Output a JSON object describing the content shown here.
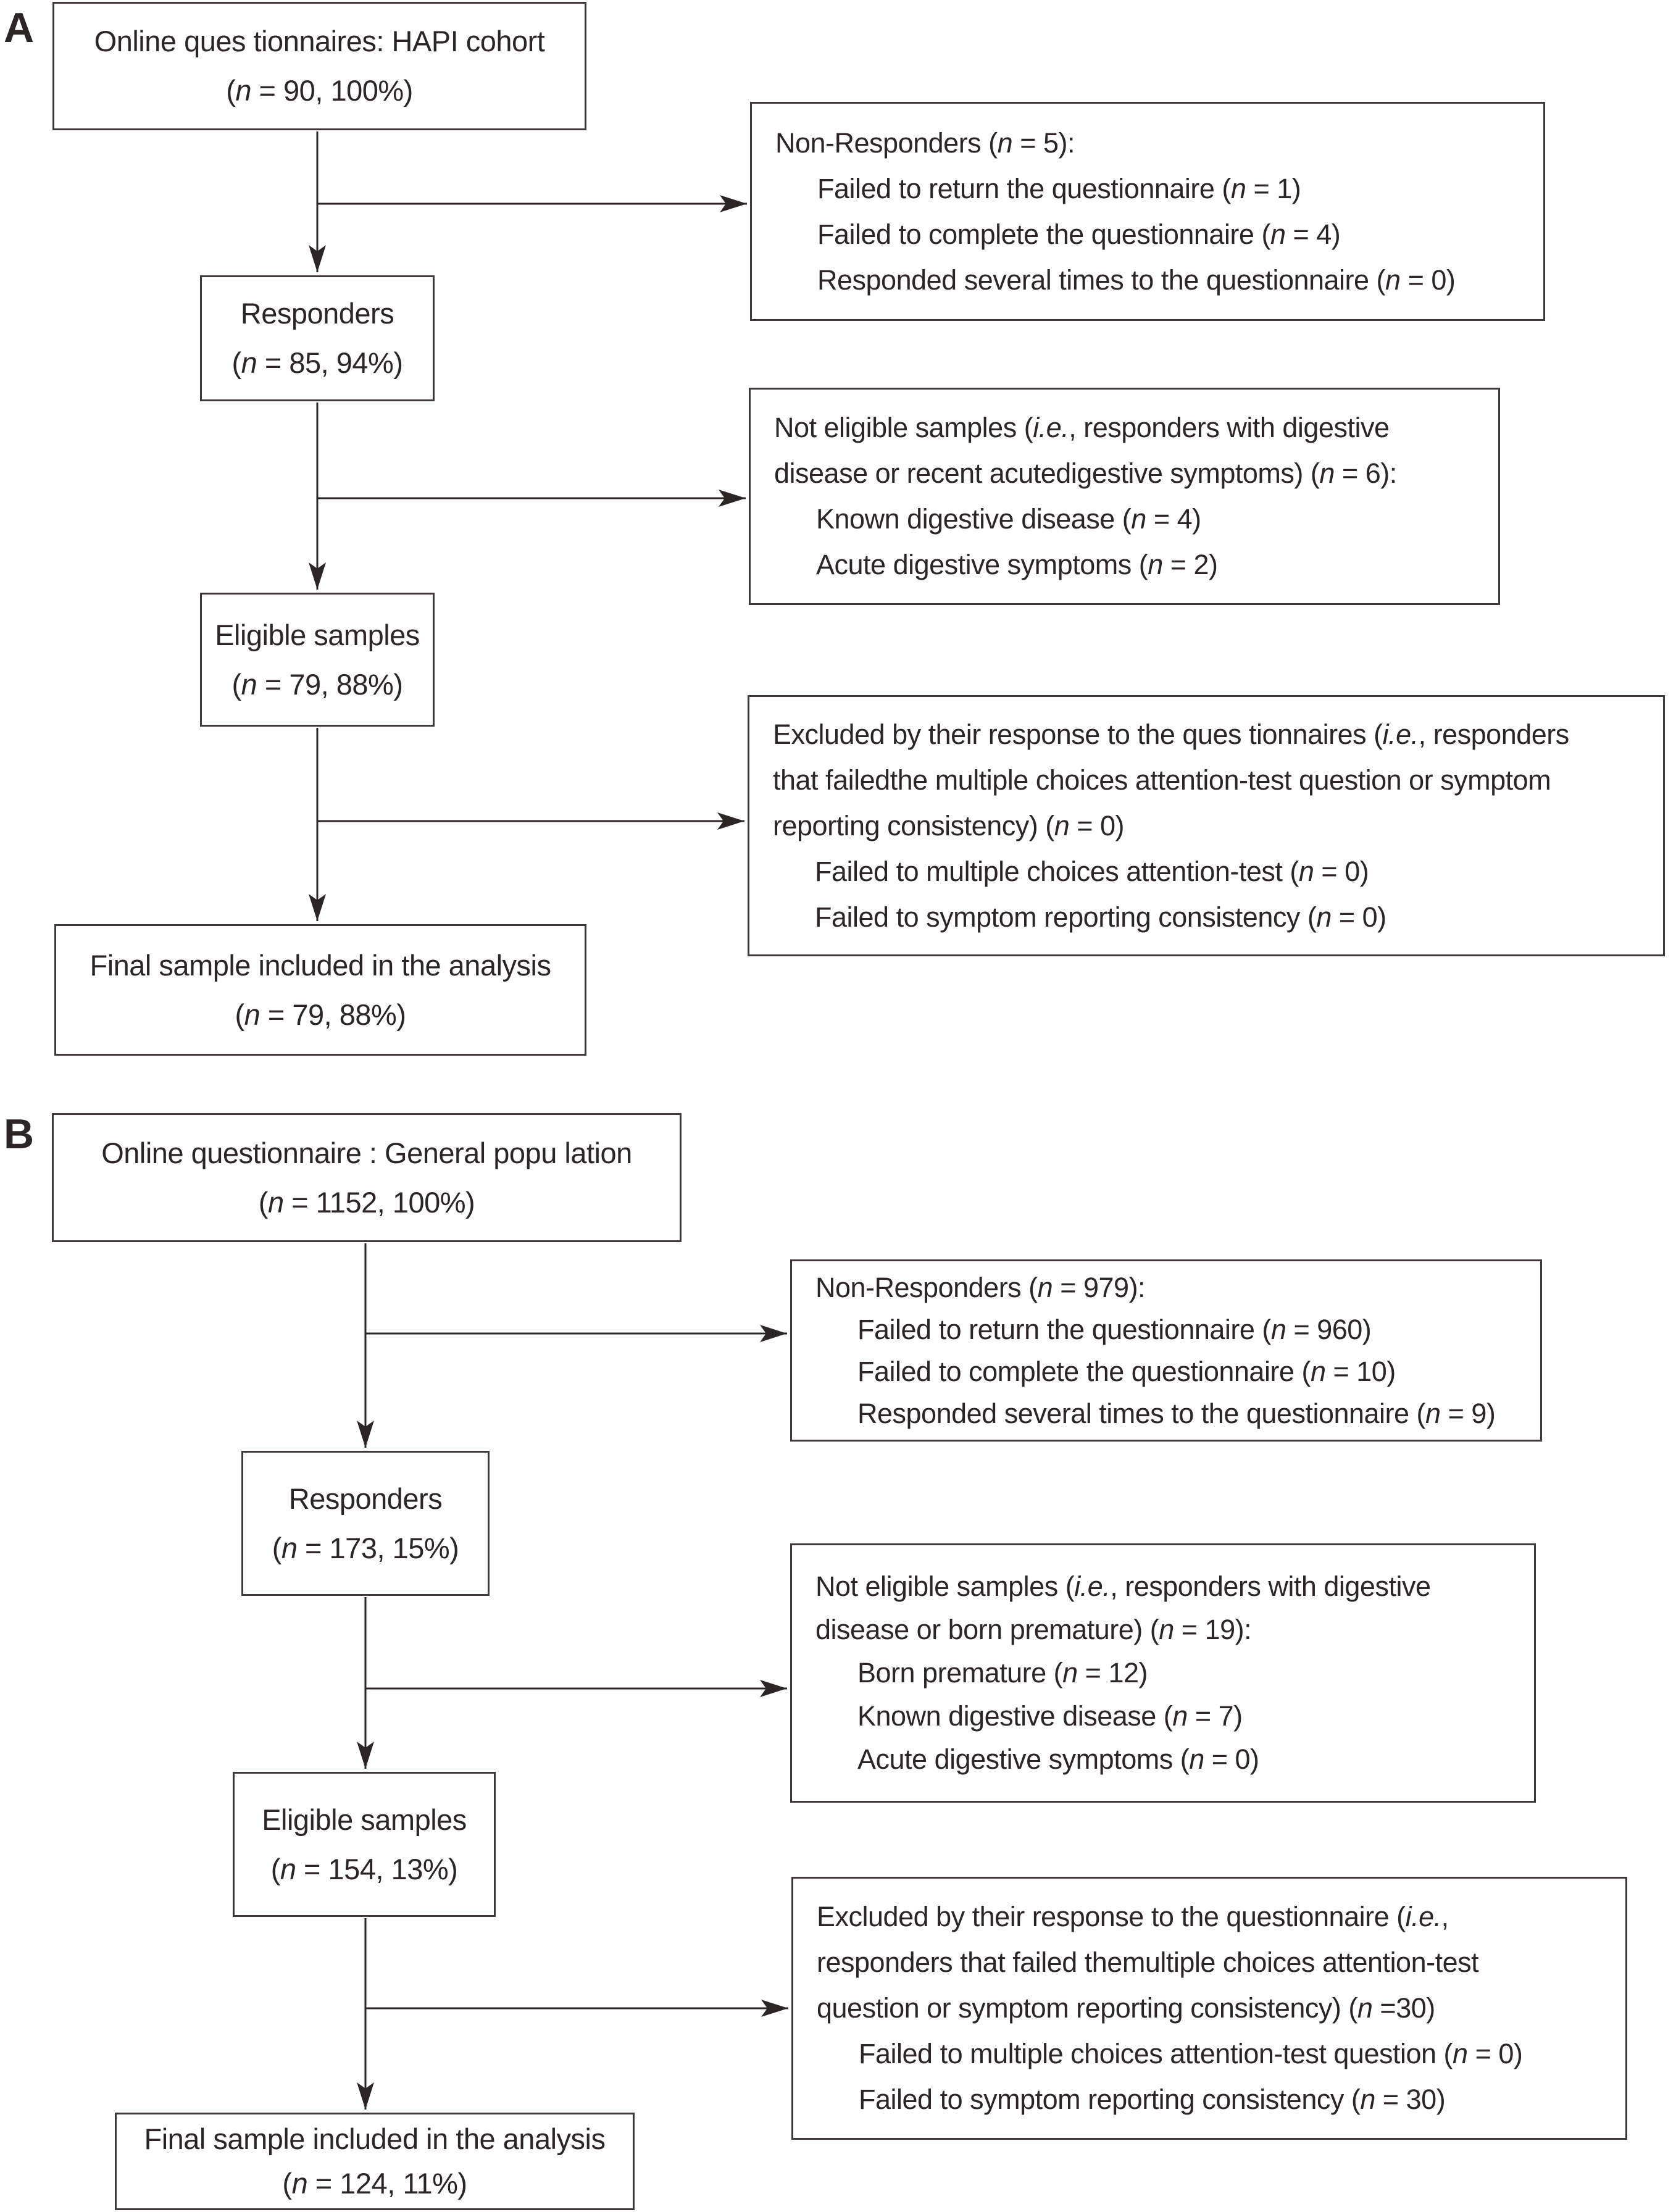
{
  "colors": {
    "ink": "#2b2526",
    "box_border": "#3e3839",
    "background": "#ffffff"
  },
  "panels": [
    {
      "label": "A",
      "boxes": {
        "source": {
          "lines": [
            {
              "ind": 0,
              "runs": [
                [
                  "Online ques tionnaires: HAPI cohort",
                  0
                ]
              ]
            },
            {
              "ind": 0,
              "runs": [
                [
                  "(",
                  0
                ],
                [
                  "n",
                  1
                ],
                [
                  " = 90, 100%)",
                  0
                ]
              ]
            }
          ]
        },
        "non_responders": {
          "lines": [
            {
              "ind": 0,
              "runs": [
                [
                  "Non-Responders (",
                  0
                ],
                [
                  "n",
                  1
                ],
                [
                  " = 5):",
                  0
                ]
              ]
            },
            {
              "ind": 1,
              "runs": [
                [
                  "Failed to return the questionnaire (",
                  0
                ],
                [
                  "n",
                  1
                ],
                [
                  " = 1)",
                  0
                ]
              ]
            },
            {
              "ind": 1,
              "runs": [
                [
                  "Failed to complete the questionnaire (",
                  0
                ],
                [
                  "n",
                  1
                ],
                [
                  " = 4)",
                  0
                ]
              ]
            },
            {
              "ind": 1,
              "runs": [
                [
                  "Responded several times to the questionnaire (",
                  0
                ],
                [
                  "n",
                  1
                ],
                [
                  " = 0)",
                  0
                ]
              ]
            }
          ]
        },
        "responders": {
          "lines": [
            {
              "ind": 0,
              "runs": [
                [
                  "Responders",
                  0
                ]
              ]
            },
            {
              "ind": 0,
              "runs": [
                [
                  "(",
                  0
                ],
                [
                  "n",
                  1
                ],
                [
                  " = 85, 94%)",
                  0
                ]
              ]
            }
          ]
        },
        "not_eligible": {
          "lines": [
            {
              "ind": 0,
              "runs": [
                [
                  "Not eligible samples (",
                  0
                ],
                [
                  "i.e.",
                  1
                ],
                [
                  ", responders with digestive",
                  0
                ]
              ]
            },
            {
              "ind": 0,
              "runs": [
                [
                  "disease or recent acutedigestive symptoms) (",
                  0
                ],
                [
                  "n",
                  1
                ],
                [
                  " = 6):",
                  0
                ]
              ]
            },
            {
              "ind": 1,
              "runs": [
                [
                  "Known digestive disease (",
                  0
                ],
                [
                  "n",
                  1
                ],
                [
                  " = 4)",
                  0
                ]
              ]
            },
            {
              "ind": 1,
              "runs": [
                [
                  "Acute digestive symptoms (",
                  0
                ],
                [
                  "n",
                  1
                ],
                [
                  " = 2)",
                  0
                ]
              ]
            }
          ]
        },
        "eligible": {
          "lines": [
            {
              "ind": 0,
              "runs": [
                [
                  "Eligible samples",
                  0
                ]
              ]
            },
            {
              "ind": 0,
              "runs": [
                [
                  "(",
                  0
                ],
                [
                  "n",
                  1
                ],
                [
                  " = 79, 88%)",
                  0
                ]
              ]
            }
          ]
        },
        "excluded": {
          "lines": [
            {
              "ind": 0,
              "runs": [
                [
                  "Excluded by their response to the ques tionnaires (",
                  0
                ],
                [
                  "i.e.",
                  1
                ],
                [
                  ", responders",
                  0
                ]
              ]
            },
            {
              "ind": 0,
              "runs": [
                [
                  "that failedthe multiple choices attention-test question or symptom",
                  0
                ]
              ]
            },
            {
              "ind": 0,
              "runs": [
                [
                  "reporting consistency) (",
                  0
                ],
                [
                  "n",
                  1
                ],
                [
                  " = 0)",
                  0
                ]
              ]
            },
            {
              "ind": 1,
              "runs": [
                [
                  "Failed to multiple choices attention-test (",
                  0
                ],
                [
                  "n",
                  1
                ],
                [
                  " = 0)",
                  0
                ]
              ]
            },
            {
              "ind": 1,
              "runs": [
                [
                  "Failed to symptom reporting consistency (",
                  0
                ],
                [
                  "n",
                  1
                ],
                [
                  " = 0)",
                  0
                ]
              ]
            }
          ]
        },
        "final": {
          "lines": [
            {
              "ind": 0,
              "runs": [
                [
                  "Final sample included in the analysis",
                  0
                ]
              ]
            },
            {
              "ind": 0,
              "runs": [
                [
                  "(",
                  0
                ],
                [
                  "n",
                  1
                ],
                [
                  " = 79, 88%)",
                  0
                ]
              ]
            }
          ]
        }
      }
    },
    {
      "label": "B",
      "boxes": {
        "source": {
          "lines": [
            {
              "ind": 0,
              "runs": [
                [
                  "Online questionnaire : General popu lation",
                  0
                ]
              ]
            },
            {
              "ind": 0,
              "runs": [
                [
                  "(",
                  0
                ],
                [
                  "n",
                  1
                ],
                [
                  " = 1152, 100%)",
                  0
                ]
              ]
            }
          ]
        },
        "non_responders": {
          "lines": [
            {
              "ind": 0,
              "runs": [
                [
                  "Non-Responders (",
                  0
                ],
                [
                  "n",
                  1
                ],
                [
                  " = 979):",
                  0
                ]
              ]
            },
            {
              "ind": 1,
              "runs": [
                [
                  "Failed to return the questionnaire (",
                  0
                ],
                [
                  "n",
                  1
                ],
                [
                  " = 960)",
                  0
                ]
              ]
            },
            {
              "ind": 1,
              "runs": [
                [
                  "Failed to complete the questionnaire (",
                  0
                ],
                [
                  "n",
                  1
                ],
                [
                  " = 10)",
                  0
                ]
              ]
            },
            {
              "ind": 1,
              "runs": [
                [
                  "Responded several times to the questionnaire (",
                  0
                ],
                [
                  "n",
                  1
                ],
                [
                  " = 9)",
                  0
                ]
              ]
            }
          ]
        },
        "responders": {
          "lines": [
            {
              "ind": 0,
              "runs": [
                [
                  "Responders",
                  0
                ]
              ]
            },
            {
              "ind": 0,
              "runs": [
                [
                  "(",
                  0
                ],
                [
                  "n",
                  1
                ],
                [
                  " = 173, 15%)",
                  0
                ]
              ]
            }
          ]
        },
        "not_eligible": {
          "lines": [
            {
              "ind": 0,
              "runs": [
                [
                  "Not eligible samples (",
                  0
                ],
                [
                  "i.e.",
                  1
                ],
                [
                  ", responders with digestive",
                  0
                ]
              ]
            },
            {
              "ind": 0,
              "runs": [
                [
                  "disease or born premature) (",
                  0
                ],
                [
                  "n",
                  1
                ],
                [
                  " = 19):",
                  0
                ]
              ]
            },
            {
              "ind": 1,
              "runs": [
                [
                  "Born premature (",
                  0
                ],
                [
                  "n",
                  1
                ],
                [
                  " = 12)",
                  0
                ]
              ]
            },
            {
              "ind": 1,
              "runs": [
                [
                  "Known digestive disease (",
                  0
                ],
                [
                  "n",
                  1
                ],
                [
                  " = 7)",
                  0
                ]
              ]
            },
            {
              "ind": 1,
              "runs": [
                [
                  "Acute digestive symptoms (",
                  0
                ],
                [
                  "n",
                  1
                ],
                [
                  " = 0)",
                  0
                ]
              ]
            }
          ]
        },
        "eligible": {
          "lines": [
            {
              "ind": 0,
              "runs": [
                [
                  "Eligible samples",
                  0
                ]
              ]
            },
            {
              "ind": 0,
              "runs": [
                [
                  "(",
                  0
                ],
                [
                  "n",
                  1
                ],
                [
                  " = 154, 13%)",
                  0
                ]
              ]
            }
          ]
        },
        "excluded": {
          "lines": [
            {
              "ind": 0,
              "runs": [
                [
                  "Excluded by their response to the questionnaire (",
                  0
                ],
                [
                  "i.e.",
                  1
                ],
                [
                  ",",
                  0
                ]
              ]
            },
            {
              "ind": 0,
              "runs": [
                [
                  "responders that failed themultiple choices attention-test",
                  0
                ]
              ]
            },
            {
              "ind": 0,
              "runs": [
                [
                  "question or symptom reporting consistency) (",
                  0
                ],
                [
                  "n",
                  1
                ],
                [
                  " =30)",
                  0
                ]
              ]
            },
            {
              "ind": 1,
              "runs": [
                [
                  "Failed to multiple choices attention-test question (",
                  0
                ],
                [
                  "n",
                  1
                ],
                [
                  " = 0)",
                  0
                ]
              ]
            },
            {
              "ind": 1,
              "runs": [
                [
                  "Failed to symptom reporting consistency (",
                  0
                ],
                [
                  "n",
                  1
                ],
                [
                  " = 30)",
                  0
                ]
              ]
            }
          ]
        },
        "final": {
          "lines": [
            {
              "ind": 0,
              "runs": [
                [
                  "Final sample included in the analysis",
                  0
                ]
              ]
            },
            {
              "ind": 0,
              "runs": [
                [
                  "(",
                  0
                ],
                [
                  "n",
                  1
                ],
                [
                  " = 124, 11%)",
                  0
                ]
              ]
            }
          ]
        }
      }
    }
  ]
}
